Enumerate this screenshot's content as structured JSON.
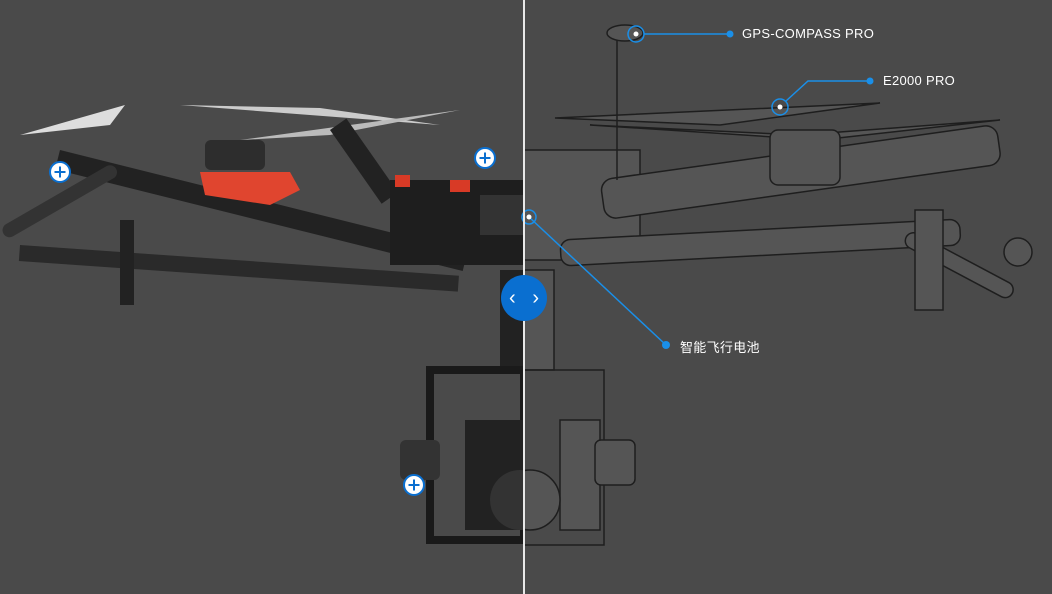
{
  "callouts": {
    "gps": "GPS-COMPASS PRO",
    "propeller": "E2000 PRO",
    "battery": "智能飞行电池"
  },
  "slider": {
    "left_arrow": "‹",
    "right_arrow": "›",
    "position_percent": 50
  },
  "colors": {
    "accent": "#0a6fd0",
    "callout_line": "#1a8fe8",
    "background": "#4a4a4a",
    "motor_red": "#e0452f"
  }
}
